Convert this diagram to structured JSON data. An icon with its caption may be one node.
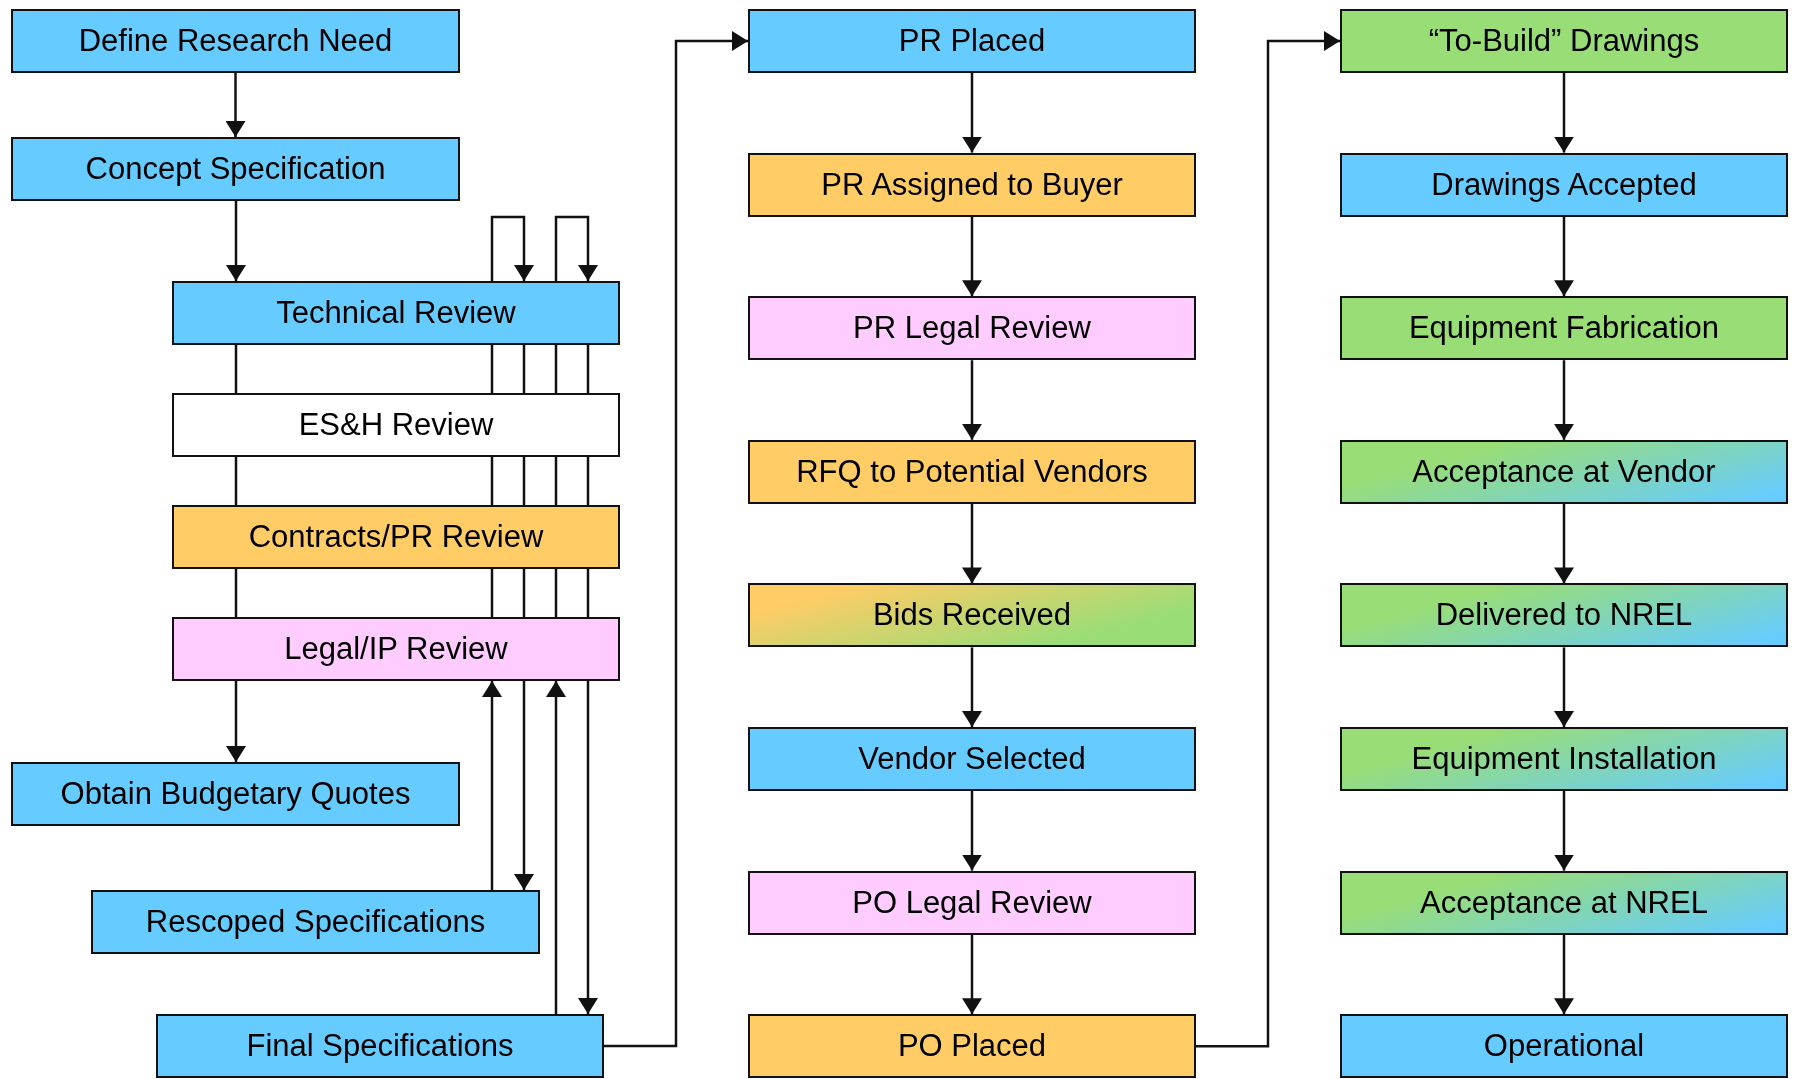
{
  "diagram": {
    "nodes": [
      {
        "text": [
          "Define Research Need"
        ]
      },
      {
        "text": [
          "Concept Specification"
        ]
      },
      {
        "text": [
          "Technical Review"
        ]
      },
      {
        "text": [
          "ES&H Review"
        ]
      },
      {
        "text": [
          "Contracts/PR Review"
        ]
      },
      {
        "text": [
          "Legal/IP Review"
        ]
      },
      {
        "text": [
          "Obtain Budgetary Quotes"
        ]
      },
      {
        "text": [
          "Rescoped Specifications"
        ]
      },
      {
        "text": [
          "Final Specifications"
        ]
      },
      {
        "text": [
          "PR Placed"
        ]
      },
      {
        "text": [
          "PR Assigned to Buyer"
        ]
      },
      {
        "text": [
          "PR Legal Review"
        ]
      },
      {
        "text": [
          "RFQ to Potential Vendors"
        ]
      },
      {
        "text": [
          "Bids Received"
        ]
      },
      {
        "text": [
          "Vendor Selected"
        ]
      },
      {
        "text": [
          "PO Legal Review"
        ]
      },
      {
        "text": [
          "PO Placed"
        ]
      },
      {
        "text": [
          "“To-Build” Drawings"
        ]
      },
      {
        "text": [
          "Drawings Accepted"
        ]
      },
      {
        "text": [
          "Equipment Fabrication"
        ]
      },
      {
        "text": [
          "Acceptance at Vendor"
        ]
      },
      {
        "text": [
          "Delivered to NREL"
        ]
      },
      {
        "text": [
          "Equipment Installation"
        ]
      },
      {
        "text": [
          "Acceptance at NREL"
        ]
      },
      {
        "text": [
          "Operational"
        ]
      }
    ],
    "edges": [
      {
        "from": 0,
        "to": 1,
        "arrow": "to"
      },
      {
        "from": 1,
        "to": 2,
        "arrow": "to"
      },
      {
        "from": 2,
        "to": 3,
        "arrow": "none"
      },
      {
        "from": 3,
        "to": 4,
        "arrow": "none"
      },
      {
        "from": 4,
        "to": 5,
        "arrow": "none"
      },
      {
        "from": 5,
        "to": 6,
        "arrow": "to"
      },
      {
        "from": 7,
        "to": 5,
        "arrow": "to"
      },
      {
        "from": 5,
        "to": 7,
        "arrow": "to"
      },
      {
        "from": 8,
        "to": 5,
        "arrow": "to"
      },
      {
        "from": 5,
        "to": 8,
        "arrow": "to"
      },
      {
        "from": 2,
        "to": 2,
        "arrow": "to"
      },
      {
        "from": 2,
        "to": 2,
        "arrow": "to"
      },
      {
        "from": 2,
        "to": 3,
        "arrow": "none"
      },
      {
        "from": 2,
        "to": 3,
        "arrow": "none"
      },
      {
        "from": 2,
        "to": 3,
        "arrow": "none"
      },
      {
        "from": 2,
        "to": 3,
        "arrow": "none"
      },
      {
        "from": 3,
        "to": 4,
        "arrow": "none"
      },
      {
        "from": 3,
        "to": 4,
        "arrow": "none"
      },
      {
        "from": 3,
        "to": 4,
        "arrow": "none"
      },
      {
        "from": 3,
        "to": 4,
        "arrow": "none"
      },
      {
        "from": 4,
        "to": 5,
        "arrow": "none"
      },
      {
        "from": 4,
        "to": 5,
        "arrow": "none"
      },
      {
        "from": 4,
        "to": 5,
        "arrow": "none"
      },
      {
        "from": 4,
        "to": 5,
        "arrow": "none"
      },
      {
        "from": 8,
        "to": 9,
        "arrow": "to"
      },
      {
        "from": 9,
        "to": 10,
        "arrow": "to"
      },
      {
        "from": 10,
        "to": 11,
        "arrow": "to"
      },
      {
        "from": 11,
        "to": 12,
        "arrow": "to"
      },
      {
        "from": 12,
        "to": 13,
        "arrow": "to"
      },
      {
        "from": 13,
        "to": 14,
        "arrow": "to"
      },
      {
        "from": 14,
        "to": 15,
        "arrow": "to"
      },
      {
        "from": 15,
        "to": 16,
        "arrow": "to"
      },
      {
        "from": 16,
        "to": 17,
        "arrow": "to"
      },
      {
        "from": 17,
        "to": 18,
        "arrow": "to"
      },
      {
        "from": 18,
        "to": 19,
        "arrow": "to"
      },
      {
        "from": 19,
        "to": 20,
        "arrow": "to"
      },
      {
        "from": 20,
        "to": 21,
        "arrow": "to"
      },
      {
        "from": 21,
        "to": 22,
        "arrow": "to"
      },
      {
        "from": 22,
        "to": 23,
        "arrow": "to"
      },
      {
        "from": 23,
        "to": 24,
        "arrow": "to"
      }
    ]
  }
}
